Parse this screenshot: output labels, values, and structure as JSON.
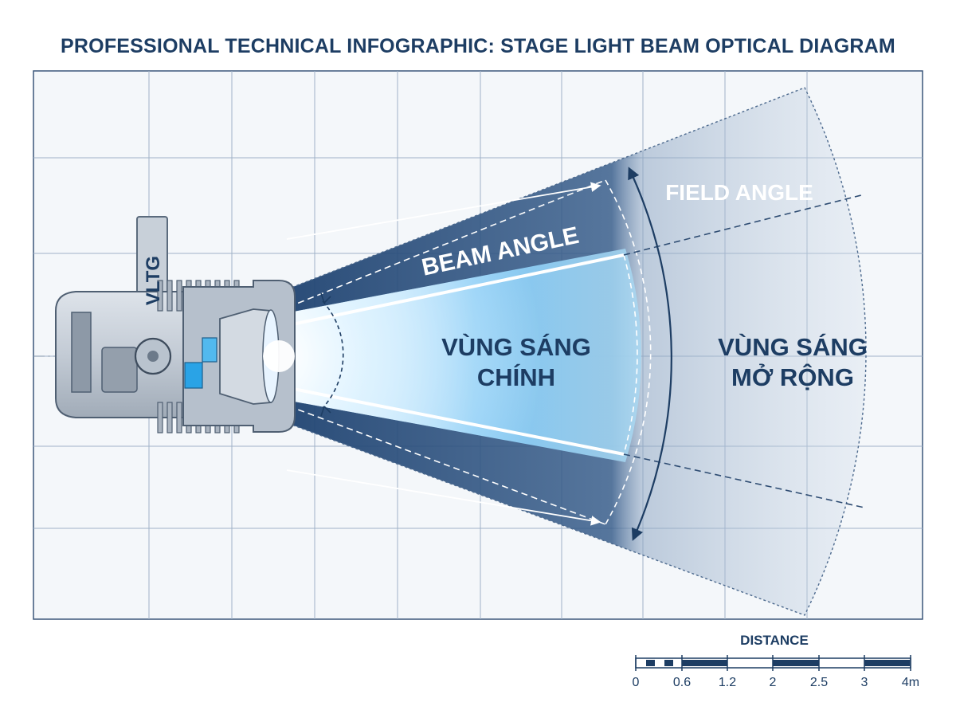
{
  "title": "PROFESSIONAL TECHNICAL INFOGRAPHIC: STAGE LIGHT BEAM OPTICAL DIAGRAM",
  "fixture_label": "VLTG",
  "labels": {
    "beam_angle": "BEAM ANGLE",
    "field_angle": "FIELD ANGLE",
    "main_zone_line1": "VÙNG SÁNG",
    "main_zone_line2": "CHÍNH",
    "extended_zone_line1": "VÙNG SÁNG",
    "extended_zone_line2": "MỞ RỘNG"
  },
  "scale": {
    "title": "DISTANCE",
    "ticks": [
      "0",
      "0.6",
      "1.2",
      "2",
      "2.5",
      "3",
      "4m"
    ]
  },
  "colors": {
    "navy": "#1d3d63",
    "grid": "#9fb2c8",
    "beam_core": "#ffffff",
    "beam_glow": "#6fc3ff",
    "field_dark": "#1e4270"
  }
}
